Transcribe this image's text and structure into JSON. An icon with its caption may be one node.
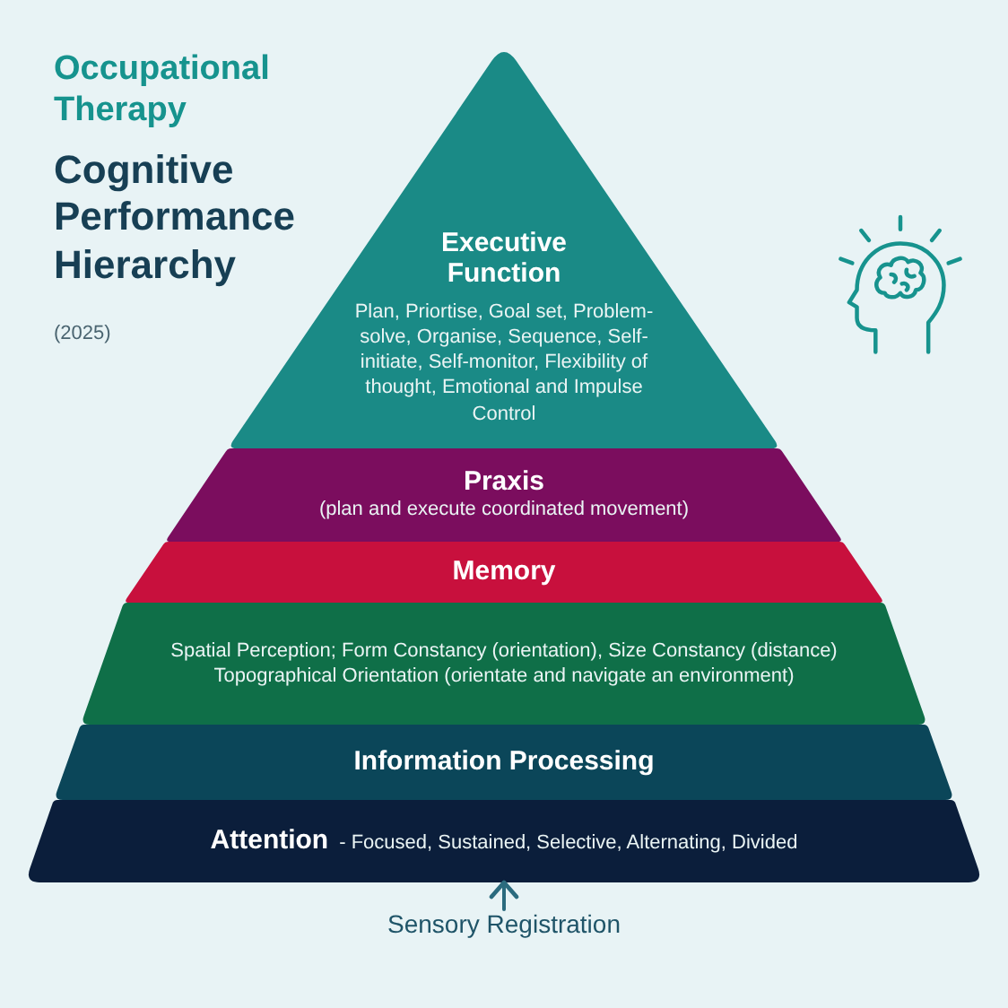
{
  "diagram": {
    "title": "Cognitive Performance Hierarchy",
    "nodes": [
      {
        "text": [
          "Executive Function",
          "Plan, Priortise, Goal set, Problem-solve, Organise, Sequence, Self-initiate, Self-monitor, Flexibility of thought, Emotional and Impulse Control"
        ]
      },
      {
        "text": [
          "Praxis",
          "(plan and execute coordinated movement)"
        ]
      },
      {
        "text": [
          "Memory"
        ]
      },
      {
        "text": [
          "Spatial Perception; Form Constancy (orientation), Size Constancy (distance)",
          "Topographical Orientation (orientate and navigate an environment)"
        ]
      },
      {
        "text": [
          "Information Processing"
        ]
      },
      {
        "text": [
          "Attention",
          "- Focused, Sustained, Selective, Alternating, Divided"
        ]
      },
      {
        "text": [
          "Sensory Registration"
        ]
      }
    ],
    "edges": [
      {
        "from": 6,
        "to": 5,
        "arrow": "to"
      }
    ],
    "labels": [
      "Occupational Therapy",
      "(2025)"
    ]
  }
}
